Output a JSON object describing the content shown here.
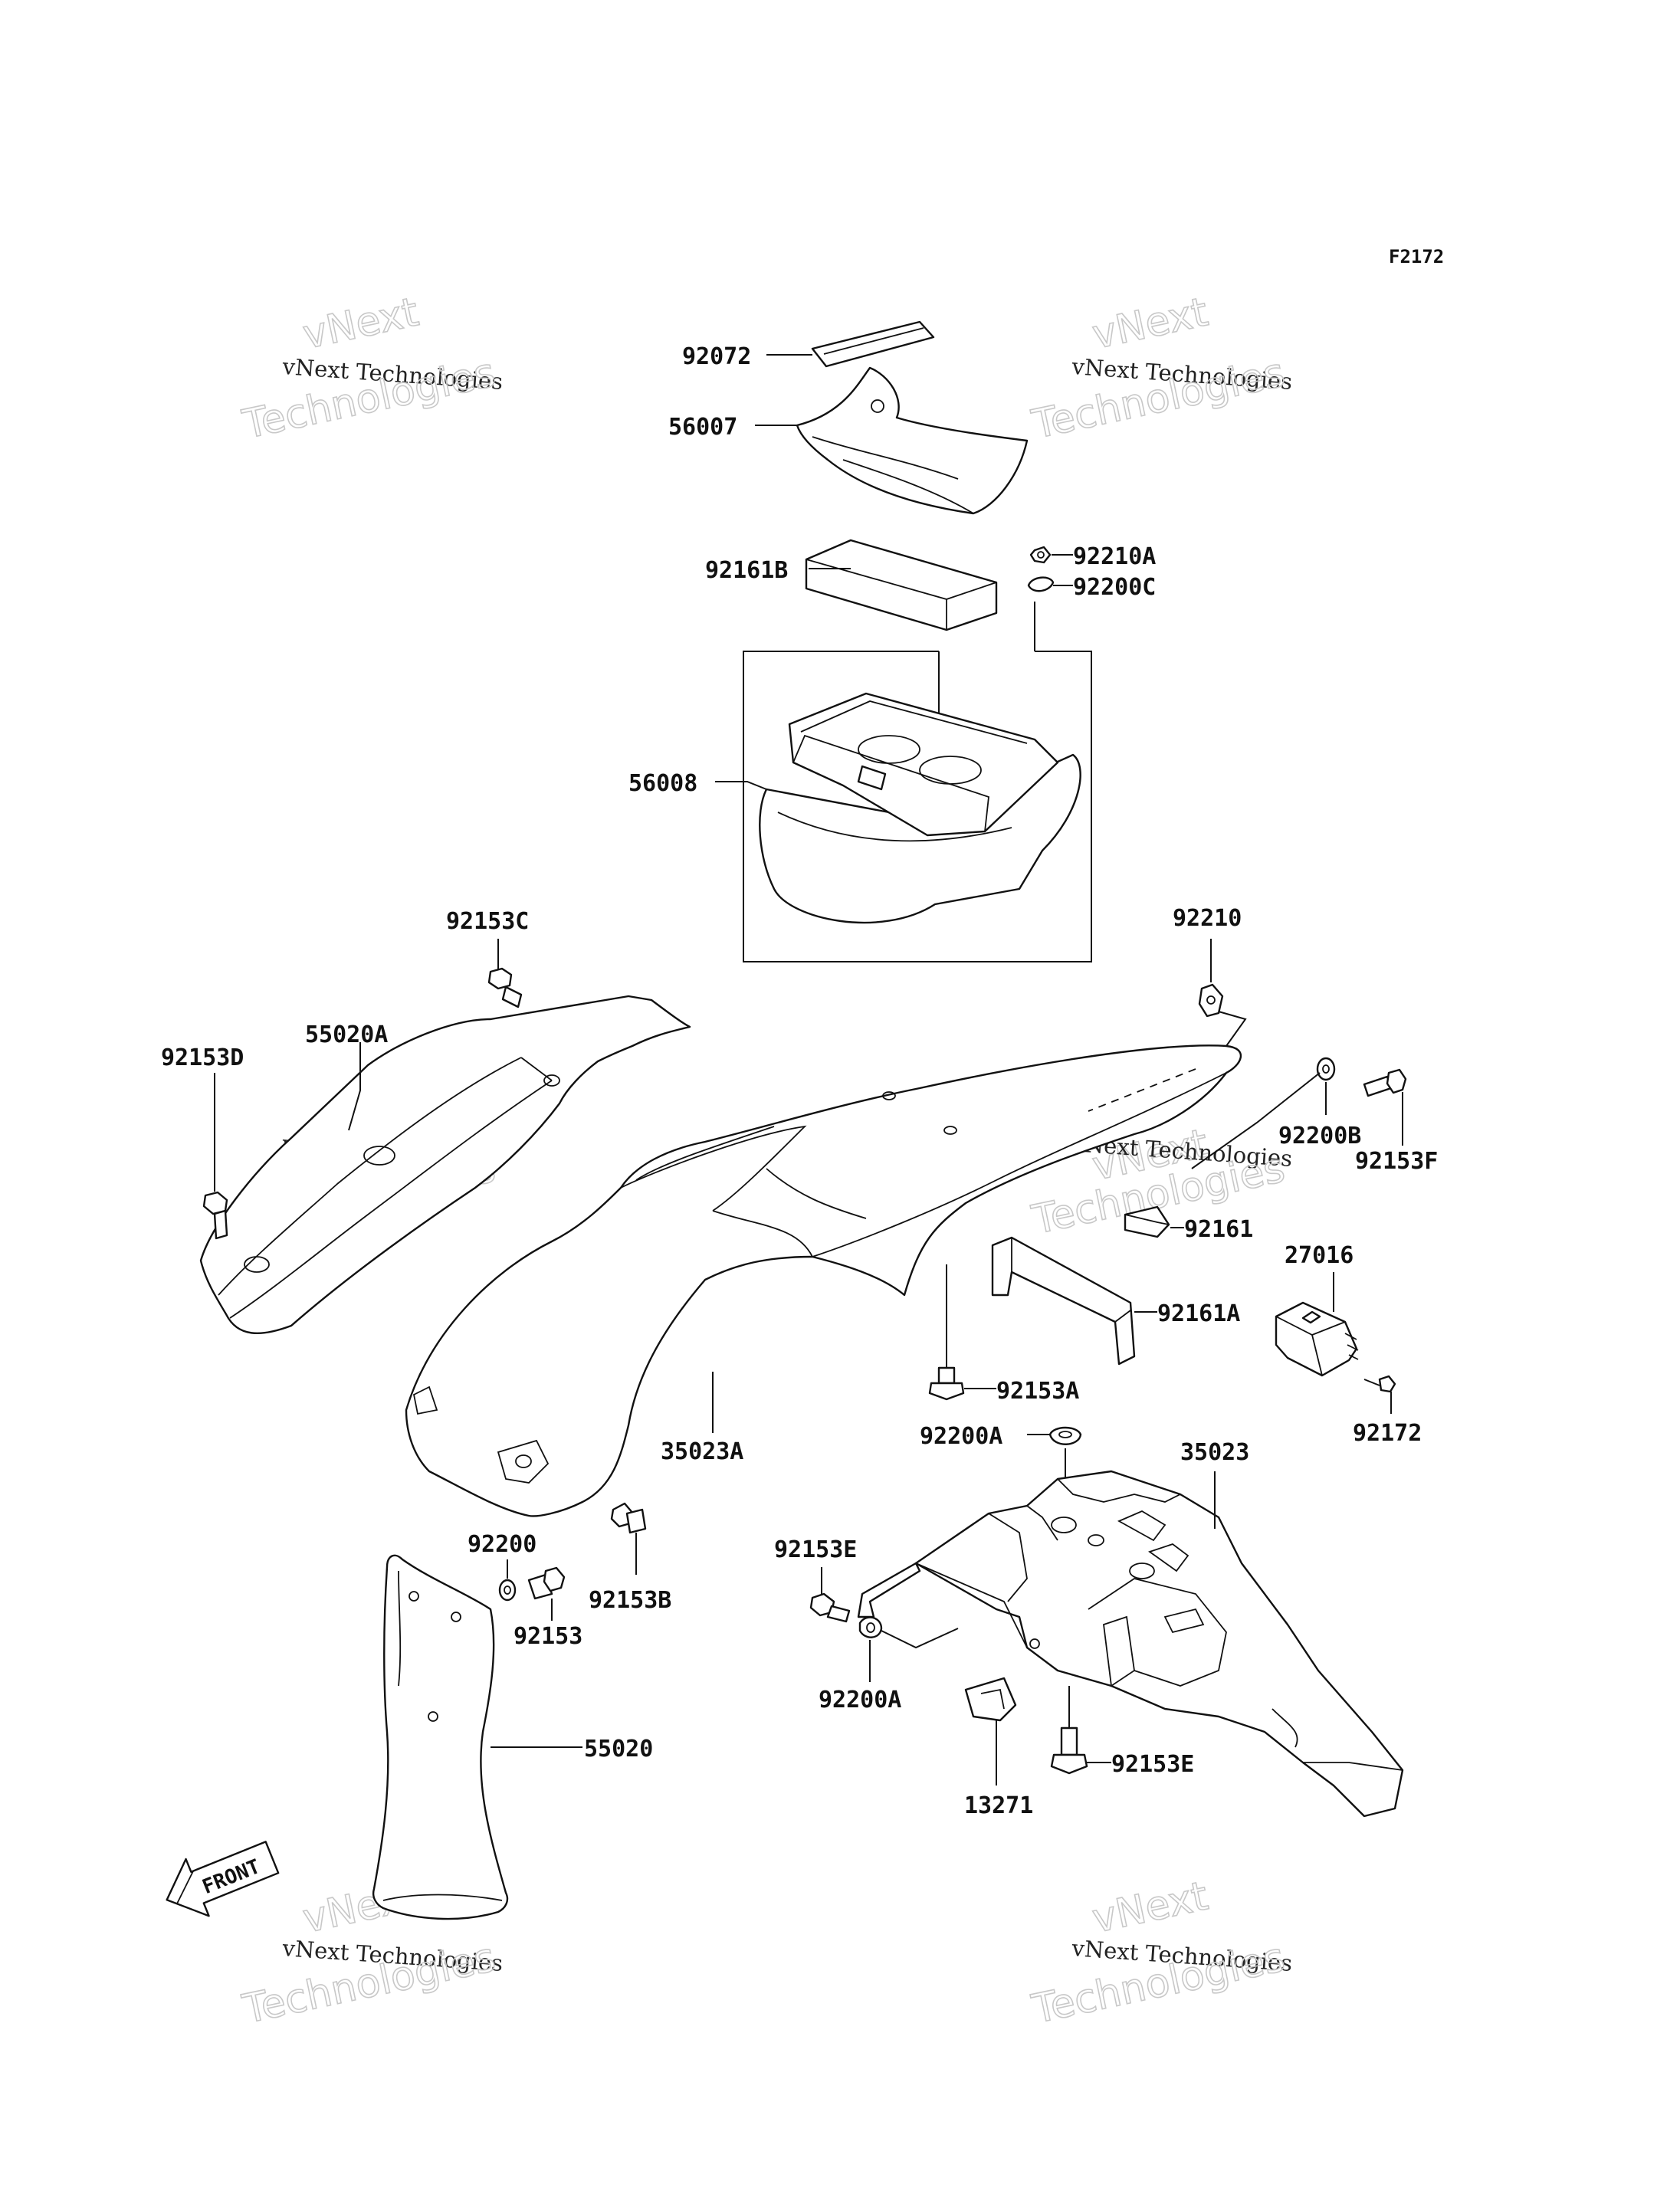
{
  "figure_id": "F2172",
  "watermark": {
    "line1": "vNext",
    "line2": "vNext Technologies",
    "line3": "Technologies"
  },
  "front_label": "FRONT",
  "parts": {
    "p92072": "92072",
    "p56007": "56007",
    "p92161B": "92161B",
    "p92210A": "92210A",
    "p92200C": "92200C",
    "p56008": "56008",
    "p92153C": "92153C",
    "p55020A": "55020A",
    "p92153D": "92153D",
    "p92210": "92210",
    "p92200B": "92200B",
    "p92153F": "92153F",
    "p92161": "92161",
    "p27016": "27016",
    "p92161A": "92161A",
    "p92153A": "92153A",
    "p35023A": "35023A",
    "p92172": "92172",
    "p92200A_top": "92200A",
    "p35023": "35023",
    "p92200": "92200",
    "p92153B": "92153B",
    "p92153": "92153",
    "p92153E_left": "92153E",
    "p92200A_bottom": "92200A",
    "p55020": "55020",
    "p92153E_bottom": "92153E",
    "p13271": "13271"
  }
}
